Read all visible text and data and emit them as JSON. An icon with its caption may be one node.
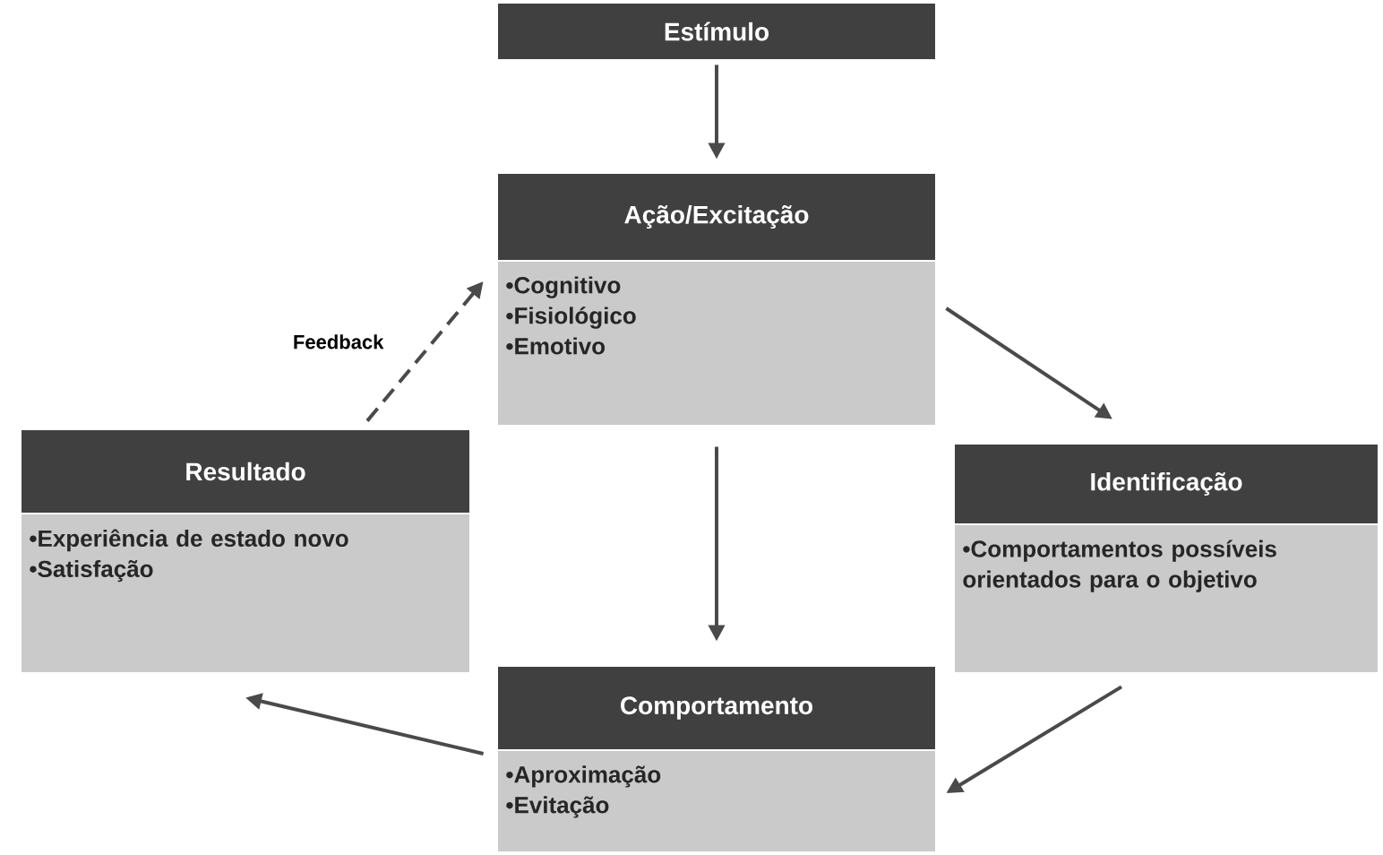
{
  "diagram": {
    "nodes": [
      {
        "text": [
          "Estímulo"
        ]
      },
      {
        "text": [
          "Ação/Excitação",
          "•Cognitivo",
          "•Fisiológico",
          "•Emotivo"
        ]
      },
      {
        "text": [
          "Identificação",
          "•Comportamentos possíveis orientados para o objetivo"
        ]
      },
      {
        "text": [
          "Comportamento",
          "•Aproximação",
          "•Evitação"
        ]
      },
      {
        "text": [
          "Resultado",
          "•Experiência de estado novo",
          "•Satisfação"
        ]
      }
    ],
    "edges": [
      {
        "from": 0,
        "to": 1,
        "arrow": "to"
      },
      {
        "from": 1,
        "to": 2,
        "arrow": "to"
      },
      {
        "from": 1,
        "to": 3,
        "arrow": "to"
      },
      {
        "from": 2,
        "to": 3,
        "arrow": "to"
      },
      {
        "from": 3,
        "to": 4,
        "arrow": "to"
      },
      {
        "from": 4,
        "to": 1,
        "arrow": "to",
        "style": "dashed",
        "label": "Feedback"
      }
    ]
  }
}
